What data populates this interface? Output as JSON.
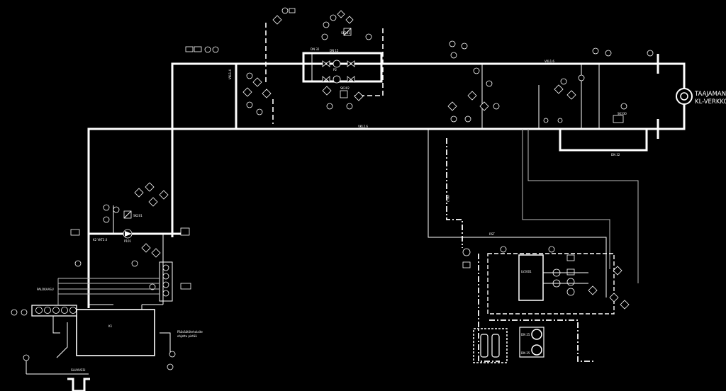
{
  "labels": {
    "network_line1": "TAAJAMAN",
    "network_line2": "KL-VERKKO",
    "boiler": "K1",
    "boiler_header": "PALOKAASU",
    "line_vkl1_6": "VKL1.6",
    "line_vkl2_6": "VKL2.6",
    "line_vkl1_4": "VKL1.4",
    "line_vkl2": "VKL2",
    "line_k2_vkt2": "K2 VKT2.0",
    "dn_main": "DN 32",
    "dn_bypass": "DN 32",
    "dn_upper": "DN 15",
    "pump_p2": "P2",
    "pump_p101": "P101",
    "valve_sk1": "SK301",
    "valve_sk2": "SK302",
    "valve_sk3": "SK201",
    "valve_sk4": "SK330",
    "accumulator": "LV2001",
    "floor_drain": "SLUVIVESI",
    "boiler_note1": "Pääsäätöteholaite",
    "boiler_note2": "ohjattu pistää",
    "tank_a": "DN 25",
    "tank_b": "DN 25",
    "line_right": "RST"
  },
  "colors": {
    "background": "#000000",
    "line": "#ffffff",
    "secondary_line": "#bbbbbb"
  }
}
